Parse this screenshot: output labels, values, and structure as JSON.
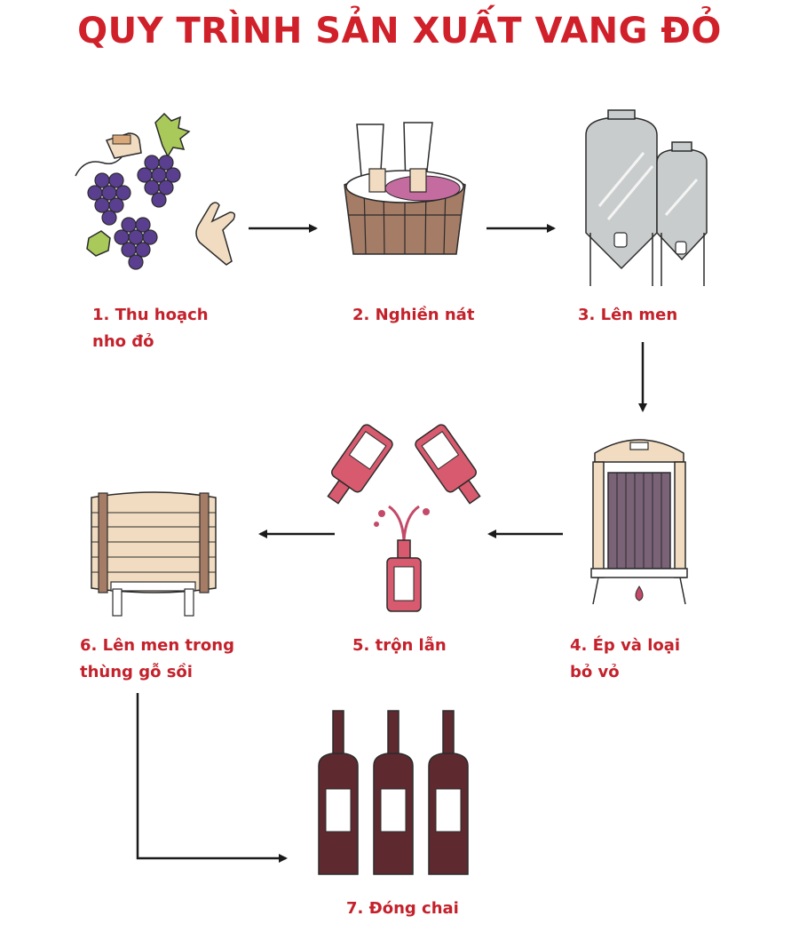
{
  "title": "QUY TRÌNH SẢN XUẤT VANG ĐỎ",
  "steps": [
    {
      "label": "1. Thu hoạch\nnho đỏ",
      "icon": "grapes-harvest-icon"
    },
    {
      "label": "2. Nghiền nát",
      "icon": "crushing-barrel-icon"
    },
    {
      "label": "3. Lên men",
      "icon": "fermentation-tanks-icon"
    },
    {
      "label": "4. Ép và loại\nbỏ vỏ",
      "icon": "wine-press-icon"
    },
    {
      "label": "5. trộn lẫn",
      "icon": "blending-bottles-icon"
    },
    {
      "label": "6. Lên men trong\nthùng gỗ sồi",
      "icon": "oak-barrel-icon"
    },
    {
      "label": "7. Đóng chai",
      "icon": "wine-bottles-icon"
    }
  ],
  "colors": {
    "accent": "#d0202a",
    "label": "#c4212b",
    "wine": "#5e2a2f",
    "grape": "#5a3f90",
    "wood": "#a57c66"
  }
}
